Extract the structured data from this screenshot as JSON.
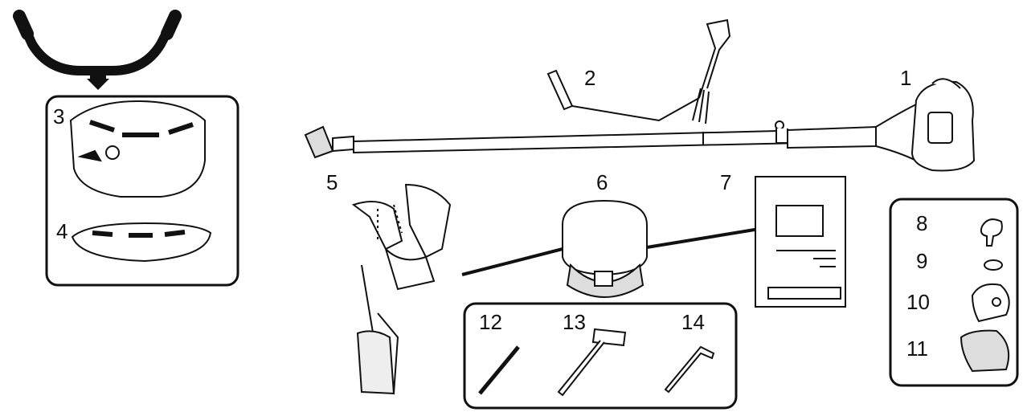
{
  "parts": [
    {
      "id": "1",
      "label": "1",
      "name": "engine-unit"
    },
    {
      "id": "2",
      "label": "2",
      "name": "handle-with-throttle"
    },
    {
      "id": "3",
      "label": "3",
      "name": "guard"
    },
    {
      "id": "4",
      "label": "4",
      "name": "guard-extension"
    },
    {
      "id": "5",
      "label": "5",
      "name": "harness"
    },
    {
      "id": "6",
      "label": "6",
      "name": "trimmer-head"
    },
    {
      "id": "7",
      "label": "7",
      "name": "manual"
    },
    {
      "id": "8",
      "label": "8",
      "name": "knob-bolt"
    },
    {
      "id": "9",
      "label": "9",
      "name": "washer"
    },
    {
      "id": "10",
      "label": "10",
      "name": "clamp-upper"
    },
    {
      "id": "11",
      "label": "11",
      "name": "clamp-lower"
    },
    {
      "id": "12",
      "label": "12",
      "name": "rod"
    },
    {
      "id": "13",
      "label": "13",
      "name": "spark-plug-wrench"
    },
    {
      "id": "14",
      "label": "14",
      "name": "hex-key"
    }
  ],
  "colors": {
    "line": "#111111",
    "background": "#ffffff",
    "fill": "#f4f4f4"
  }
}
